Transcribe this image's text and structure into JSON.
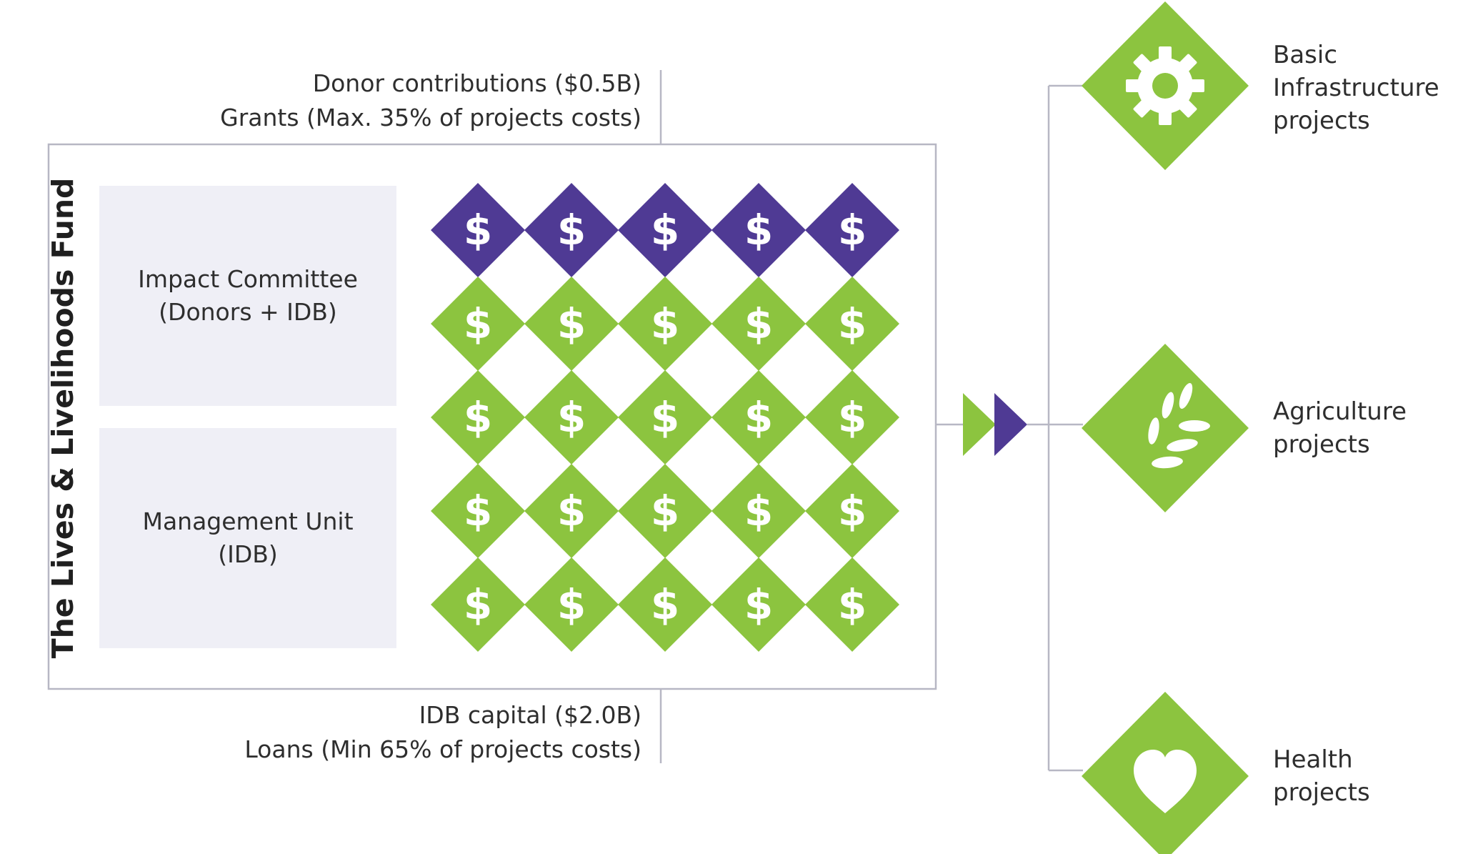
{
  "fund": {
    "title": "The Lives & Livelihoods Fund",
    "top_notes": [
      "Donor contributions ($0.5B)",
      "Grants (Max. 35% of projects costs)"
    ],
    "bottom_notes": [
      "IDB capital ($2.0B)",
      "Loans (Min 65% of projects costs)"
    ]
  },
  "governance": {
    "impact_committee": [
      "Impact Committee",
      "(Donors + IDB)"
    ],
    "management_unit": [
      "Management Unit",
      "(IDB)"
    ]
  },
  "grid": {
    "symbol": "$",
    "rows": 5,
    "cols": 5,
    "row_types": [
      "grant",
      "loan",
      "loan",
      "loan",
      "loan"
    ]
  },
  "projects": [
    {
      "icon": "gear-icon",
      "lines": [
        "Basic",
        "Infrastructure",
        "projects"
      ]
    },
    {
      "icon": "leaf-icon",
      "lines": [
        "Agriculture",
        "projects"
      ]
    },
    {
      "icon": "heart-icon",
      "lines": [
        "Health",
        "projects"
      ]
    }
  ],
  "colors": {
    "green": "#8cc43f",
    "purple": "#4f3a94",
    "box": "#efeff6",
    "line": "#b7b7c4"
  }
}
